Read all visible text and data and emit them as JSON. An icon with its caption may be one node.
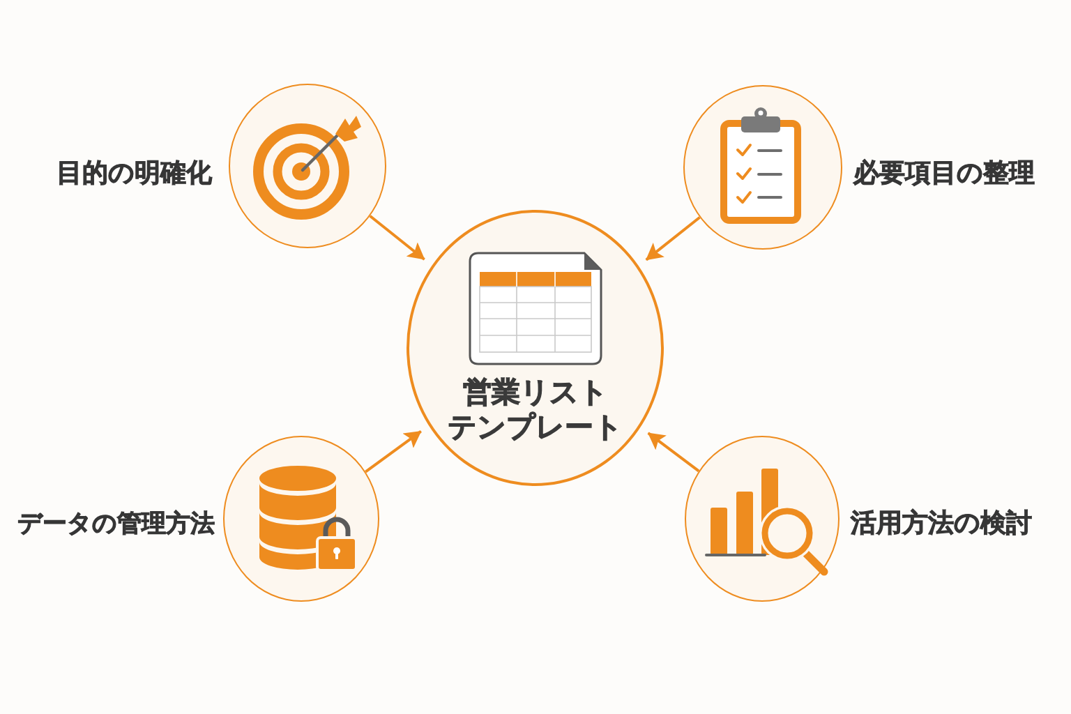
{
  "diagram": {
    "nodes": [
      {
        "text": [
          "営業リストテンプレート"
        ]
      },
      {
        "text": [
          "目的の明確化"
        ]
      },
      {
        "text": [
          "必要項目の整理"
        ]
      },
      {
        "text": [
          "データの管理方法"
        ]
      },
      {
        "text": [
          "活用方法の検討"
        ]
      }
    ],
    "edges": [
      {
        "from": 1,
        "to": 0,
        "arrow": "to"
      },
      {
        "from": 2,
        "to": 0,
        "arrow": "to"
      },
      {
        "from": 3,
        "to": 0,
        "arrow": "to"
      },
      {
        "from": 4,
        "to": 0,
        "arrow": "to"
      }
    ]
  }
}
